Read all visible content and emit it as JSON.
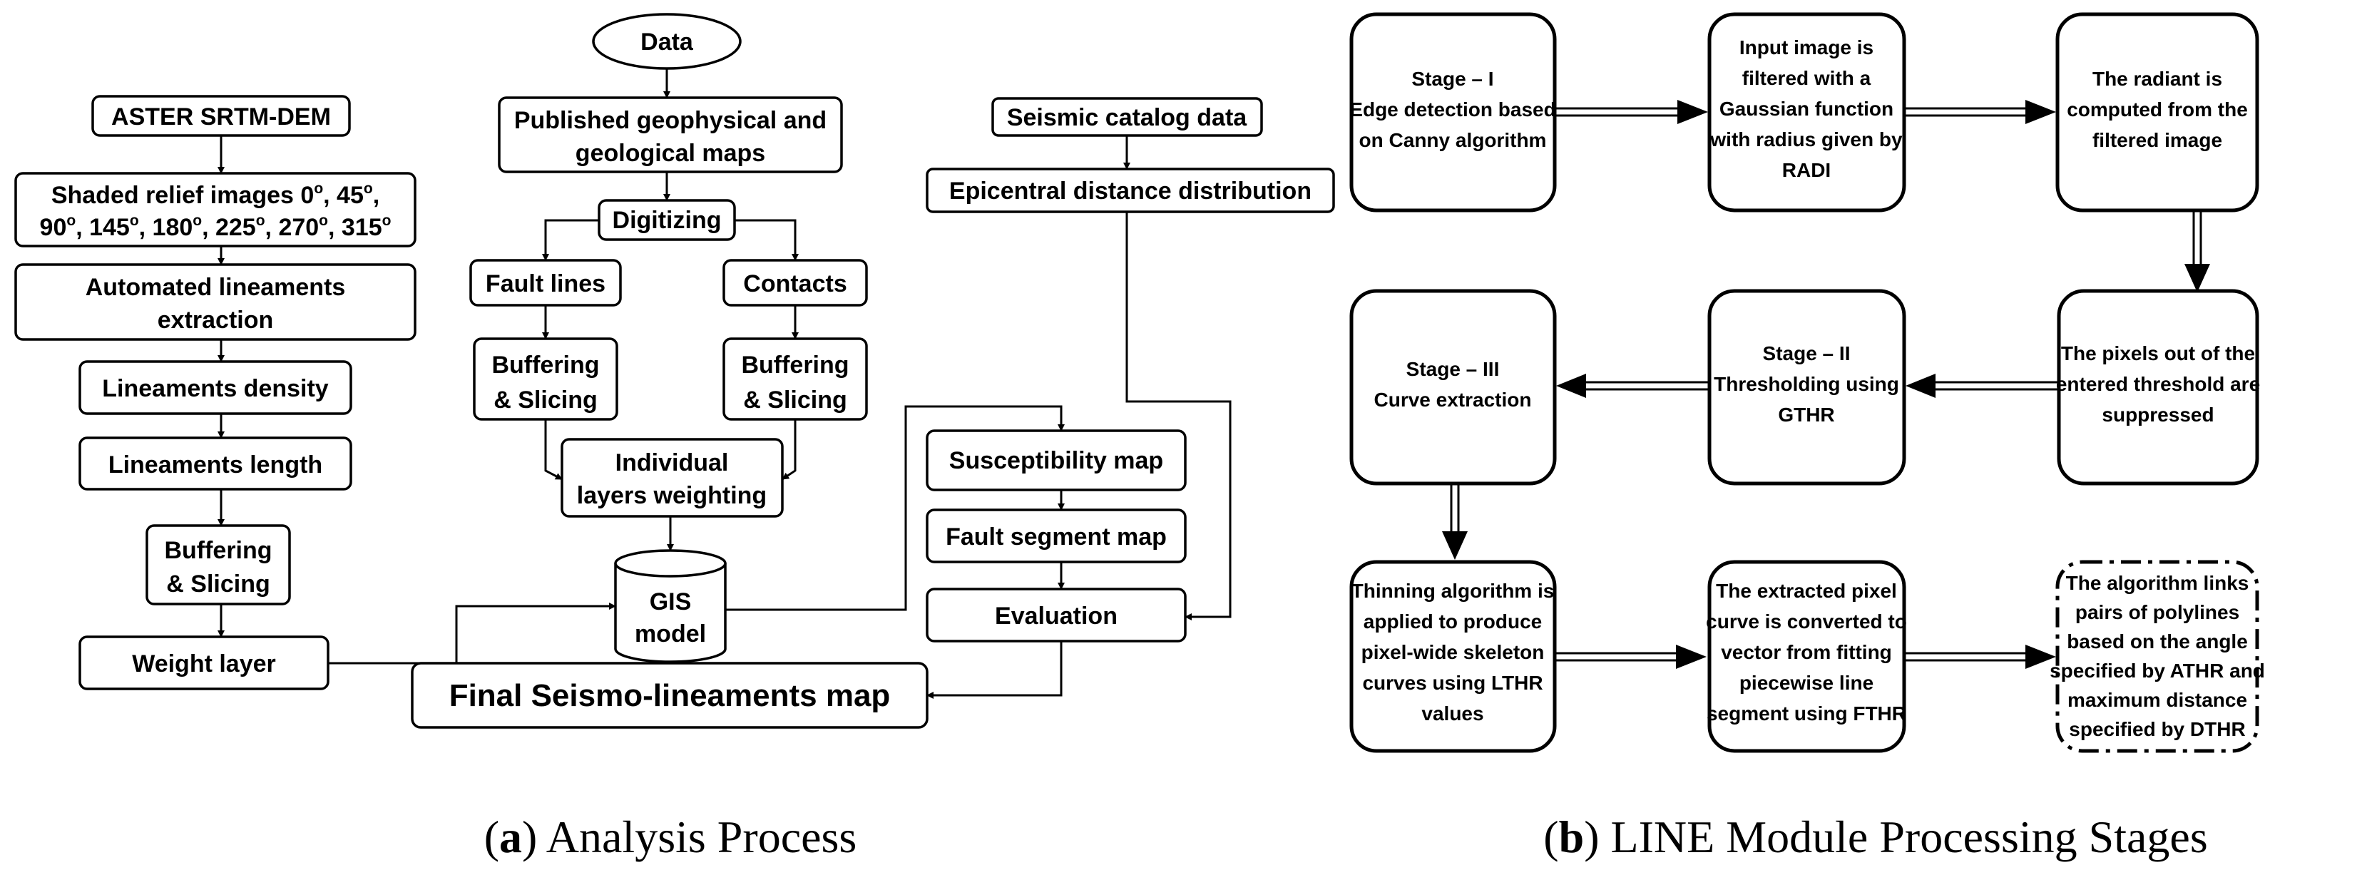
{
  "panel_a": {
    "caption": {
      "label": "a",
      "text": " Analysis Process"
    },
    "data_node": "Data",
    "aster": "ASTER SRTM-DEM",
    "shaded_line1": [
      "Shaded relief images 0",
      "o",
      ",  45",
      "o",
      ","
    ],
    "shaded_line2": [
      "90",
      "o",
      ", 145",
      "o",
      ", 180",
      "o",
      ", 225",
      "o",
      ", 270",
      "o",
      ", 315",
      "o"
    ],
    "auto_lineaments": [
      "Automated lineaments",
      "extraction"
    ],
    "lineaments_density": "Lineaments density",
    "lineaments_length": "Lineaments length",
    "buffering_left": [
      "Buffering",
      "& Slicing"
    ],
    "weight_layer": "Weight layer",
    "published_maps": [
      "Published geophysical and",
      "geological maps"
    ],
    "digitizing": "Digitizing",
    "fault_lines": "Fault lines",
    "contacts": "Contacts",
    "buffering_mid1": [
      "Buffering",
      "& Slicing"
    ],
    "buffering_mid2": [
      "Buffering",
      "& Slicing"
    ],
    "individual_layers": [
      "Individual",
      "layers weighting"
    ],
    "gis_model": [
      "GIS",
      "model"
    ],
    "seismic_catalog": "Seismic catalog data",
    "epicentral": "Epicentral distance distribution",
    "susceptibility": "Susceptibility map",
    "fault_segment": "Fault segment map",
    "evaluation": "Evaluation",
    "final_map": "Final Seismo-lineaments map"
  },
  "panel_b": {
    "caption": {
      "label": "b",
      "text": " LINE Module Processing Stages"
    },
    "stage1": [
      "Stage – I",
      "Edge detection based",
      "on Canny algorithm"
    ],
    "gaussian": [
      "Input image is",
      "filtered with a",
      "Gaussian function",
      "with radius given by",
      "RADI"
    ],
    "radiant": [
      "The radiant is",
      "computed from the",
      "filtered image"
    ],
    "pixels_out": [
      "The pixels out of the",
      "entered threshold are",
      "suppressed"
    ],
    "stage2": [
      "Stage – II",
      "Thresholding using",
      "GTHR"
    ],
    "stage3": [
      "Stage – III",
      "Curve extraction"
    ],
    "thinning": [
      "Thinning algorithm is",
      "applied to produce",
      "pixel-wide skeleton",
      "curves using LTHR",
      "values"
    ],
    "extracted": [
      "The extracted pixel",
      "curve is converted to",
      "vector from fitting",
      "piecewise line",
      "segment using FTHR"
    ],
    "links": [
      "The algorithm links",
      "pairs of polylines",
      "based on the angle",
      "specified by ATHR and",
      "maximum distance",
      "specified by DTHR"
    ]
  }
}
